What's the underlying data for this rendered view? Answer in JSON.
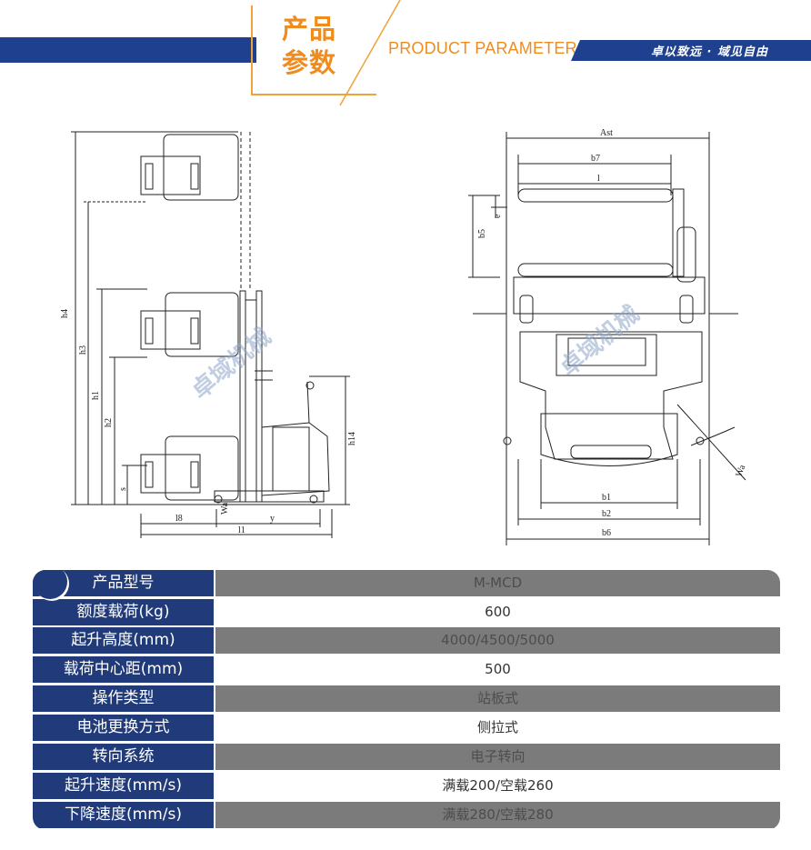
{
  "header": {
    "title_line1": "产品",
    "title_line2": "参数",
    "subtitle": "PRODUCT PARAMETER",
    "slogan": "卓以致远 · 域见自由"
  },
  "watermark": "卓域机械",
  "colors": {
    "brand_blue": "#213b7a",
    "accent_orange": "#f08c1e",
    "row_gray": "#7b7b7b"
  },
  "drawing_left": {
    "dim_labels": [
      "h4",
      "h3",
      "h1",
      "h2",
      "h14",
      "s",
      "l8",
      "y",
      "l1",
      "Wa"
    ]
  },
  "drawing_right": {
    "dim_labels": [
      "Ast",
      "b7",
      "l",
      "e",
      "b5",
      "b1",
      "b2",
      "b6",
      "Wa"
    ]
  },
  "params": [
    {
      "label": "产品型号",
      "value": "M-MCD"
    },
    {
      "label": "额度载荷(kg)",
      "value": "600"
    },
    {
      "label": "起升高度(mm)",
      "value": "4000/4500/5000"
    },
    {
      "label": "载荷中心距(mm)",
      "value": "500"
    },
    {
      "label": "操作类型",
      "value": "站板式"
    },
    {
      "label": "电池更换方式",
      "value": "侧拉式"
    },
    {
      "label": "转向系统",
      "value": "电子转向"
    },
    {
      "label": "起升速度(mm/s)",
      "value": "满载200/空载260"
    },
    {
      "label": "下降速度(mm/s)",
      "value": "满载280/空载280"
    }
  ]
}
